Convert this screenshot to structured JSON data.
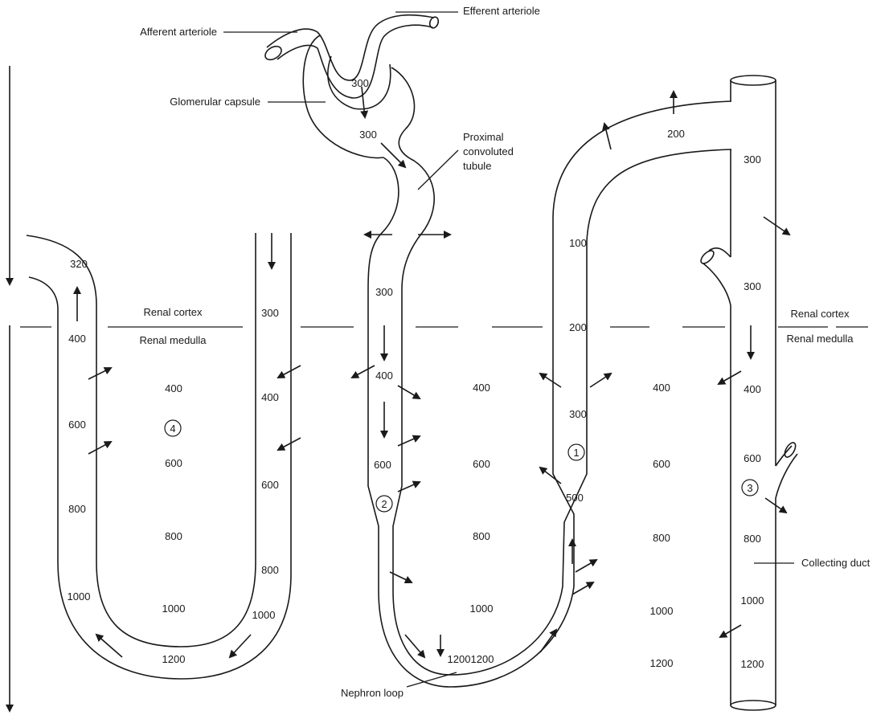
{
  "labels": {
    "afferent_arteriole": "Afferent arteriole",
    "efferent_arteriole": "Efferent arteriole",
    "glomerular_capsule": "Glomerular capsule",
    "proximal_convoluted_tubule_line1": "Proximal",
    "proximal_convoluted_tubule_line2": "convoluted",
    "proximal_convoluted_tubule_line3": "tubule",
    "renal_cortex": "Renal cortex",
    "renal_medulla": "Renal medulla",
    "collecting_duct": "Collecting duct",
    "nephron_loop": "Nephron loop"
  },
  "markers": [
    "1",
    "2",
    "3",
    "4"
  ],
  "vasa_recta_values": [
    "320",
    "400",
    "600",
    "800",
    "1000",
    "1200",
    "300",
    "400",
    "600",
    "800",
    "1000"
  ],
  "interstitial_column_1": [
    "400",
    "600",
    "800",
    "1000"
  ],
  "interstitial_column_2": [
    "400",
    "600",
    "800",
    "1000",
    "1200"
  ],
  "interstitial_column_3": [
    "400",
    "600",
    "800",
    "1000",
    "1200"
  ],
  "loop_values": [
    "300",
    "300",
    "300",
    "400",
    "600",
    "1200",
    "100",
    "200",
    "300",
    "500",
    "200"
  ],
  "collecting_duct_values": [
    "300",
    "300",
    "400",
    "600",
    "800",
    "1000",
    "1200"
  ]
}
